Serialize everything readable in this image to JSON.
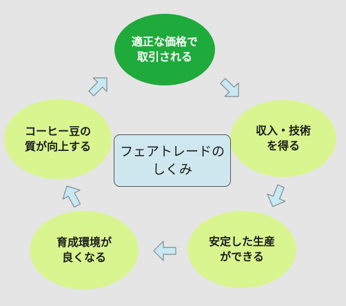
{
  "center": {
    "label": "フェアトレードの\nしくみ"
  },
  "cycle": {
    "fair_price": "適正な価格で\n取引される",
    "income_skills": "収入・技術\nを得る",
    "stable_production": "安定した生産\nができる",
    "better_environment": "育成環境が\n良くなる",
    "bean_quality": "コーヒー豆の\n質が向上する"
  },
  "colors": {
    "background": "#e5e5e5",
    "highlight_node": "#1faa3c",
    "node": "#d9f590",
    "center_box": "#cfe8ef",
    "arrow": "#c8e8f3"
  }
}
